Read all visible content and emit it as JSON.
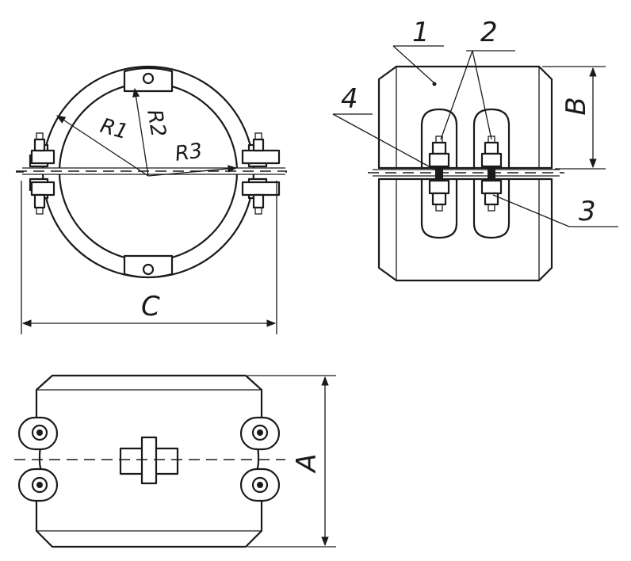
{
  "labels": {
    "part_1": "1",
    "part_2": "2",
    "part_3": "3",
    "part_4": "4",
    "radius_1": "R1",
    "radius_2": "R2",
    "radius_3": "R3",
    "dim_a": "A",
    "dim_b": "B",
    "dim_c": "C"
  },
  "colors": {
    "line": "#1a1a1a",
    "background": "#ffffff"
  }
}
